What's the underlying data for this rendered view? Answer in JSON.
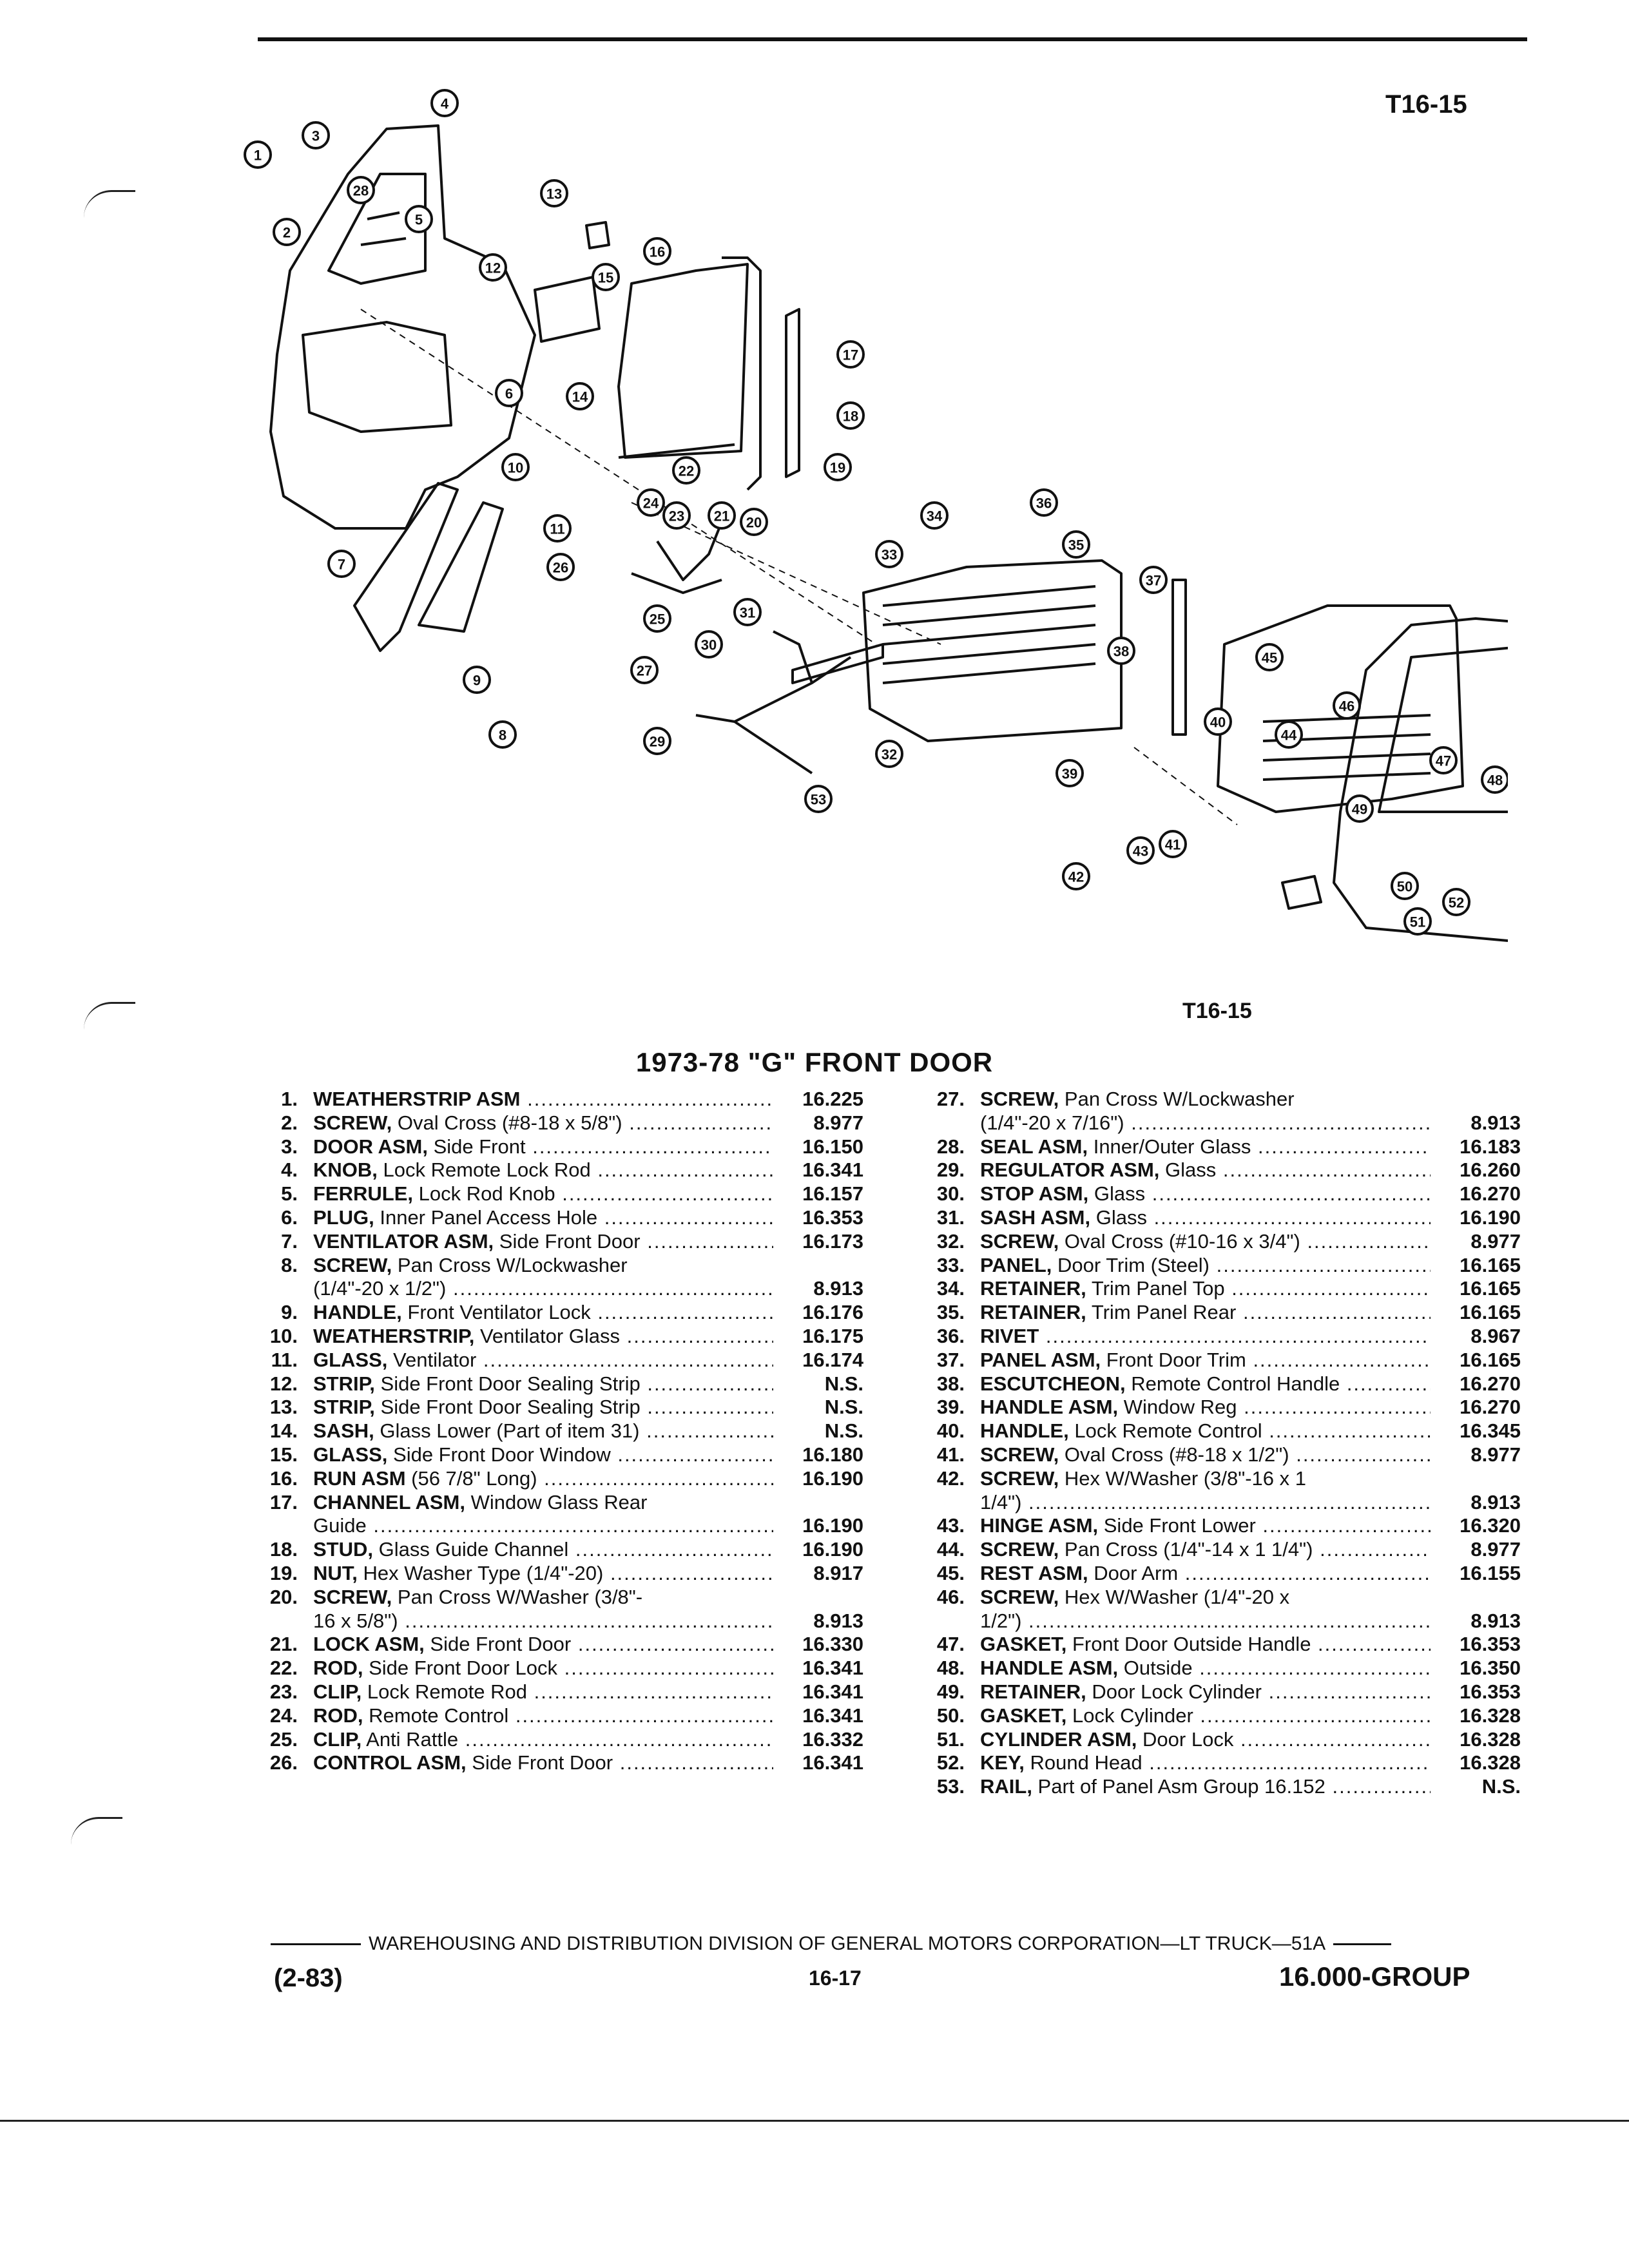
{
  "figure_code": "T16-15",
  "title": "1973-78 \"G\" FRONT DOOR",
  "parts_left": [
    {
      "num": "1.",
      "name": "WEATHERSTRIP ASM",
      "desc": "",
      "group": "16.225"
    },
    {
      "num": "2.",
      "name": "SCREW,",
      "desc": "Oval Cross (#8-18 x 5/8\")",
      "group": "8.977"
    },
    {
      "num": "3.",
      "name": "DOOR ASM,",
      "desc": "Side Front",
      "group": "16.150"
    },
    {
      "num": "4.",
      "name": "KNOB,",
      "desc": "Lock Remote Lock Rod",
      "group": "16.341"
    },
    {
      "num": "5.",
      "name": "FERRULE,",
      "desc": "Lock Rod Knob",
      "group": "16.157"
    },
    {
      "num": "6.",
      "name": "PLUG,",
      "desc": "Inner Panel Access Hole",
      "group": "16.353"
    },
    {
      "num": "7.",
      "name": "VENTILATOR ASM,",
      "desc": "Side Front Door",
      "group": "16.173"
    },
    {
      "num": "8.",
      "name": "SCREW,",
      "desc": "Pan Cross W/Lockwasher",
      "group": ""
    },
    {
      "num": "",
      "name": "",
      "desc": "(1/4\"-20 x 1/2\")",
      "group": "8.913"
    },
    {
      "num": "9.",
      "name": "HANDLE,",
      "desc": "Front Ventilator Lock",
      "group": "16.176"
    },
    {
      "num": "10.",
      "name": "WEATHERSTRIP,",
      "desc": "Ventilator Glass",
      "group": "16.175"
    },
    {
      "num": "11.",
      "name": "GLASS,",
      "desc": "Ventilator",
      "group": "16.174"
    },
    {
      "num": "12.",
      "name": "STRIP,",
      "desc": "Side Front Door Sealing Strip",
      "group": "N.S."
    },
    {
      "num": "13.",
      "name": "STRIP,",
      "desc": "Side Front Door Sealing Strip",
      "group": "N.S."
    },
    {
      "num": "14.",
      "name": "SASH,",
      "desc": "Glass Lower (Part of item 31)",
      "group": "N.S."
    },
    {
      "num": "15.",
      "name": "GLASS,",
      "desc": "Side Front Door Window",
      "group": "16.180"
    },
    {
      "num": "16.",
      "name": "RUN ASM",
      "desc": "(56 7/8\" Long)",
      "group": "16.190"
    },
    {
      "num": "17.",
      "name": "CHANNEL ASM,",
      "desc": "Window Glass Rear",
      "group": ""
    },
    {
      "num": "",
      "name": "",
      "desc": "Guide",
      "group": "16.190"
    },
    {
      "num": "18.",
      "name": "STUD,",
      "desc": "Glass Guide Channel",
      "group": "16.190"
    },
    {
      "num": "19.",
      "name": "NUT,",
      "desc": "Hex Washer Type (1/4\"-20)",
      "group": "8.917"
    },
    {
      "num": "20.",
      "name": "SCREW,",
      "desc": "Pan Cross W/Washer (3/8\"-",
      "group": ""
    },
    {
      "num": "",
      "name": "",
      "desc": "16 x 5/8\")",
      "group": "8.913"
    },
    {
      "num": "21.",
      "name": "LOCK ASM,",
      "desc": "Side Front Door",
      "group": "16.330"
    },
    {
      "num": "22.",
      "name": "ROD,",
      "desc": "Side Front Door Lock",
      "group": "16.341"
    },
    {
      "num": "23.",
      "name": "CLIP,",
      "desc": "Lock Remote Rod",
      "group": "16.341"
    },
    {
      "num": "24.",
      "name": "ROD,",
      "desc": "Remote Control",
      "group": "16.341"
    },
    {
      "num": "25.",
      "name": "CLIP,",
      "desc": "Anti Rattle",
      "group": "16.332"
    },
    {
      "num": "26.",
      "name": "CONTROL ASM,",
      "desc": "Side Front Door",
      "group": "16.341"
    }
  ],
  "parts_right": [
    {
      "num": "27.",
      "name": "SCREW,",
      "desc": "Pan Cross W/Lockwasher",
      "group": ""
    },
    {
      "num": "",
      "name": "",
      "desc": "(1/4\"-20 x 7/16\")",
      "group": "8.913"
    },
    {
      "num": "28.",
      "name": "SEAL ASM,",
      "desc": "Inner/Outer Glass",
      "group": "16.183"
    },
    {
      "num": "29.",
      "name": "REGULATOR ASM,",
      "desc": "Glass",
      "group": "16.260"
    },
    {
      "num": "30.",
      "name": "STOP ASM,",
      "desc": "Glass",
      "group": "16.270"
    },
    {
      "num": "31.",
      "name": "SASH ASM,",
      "desc": "Glass",
      "group": "16.190"
    },
    {
      "num": "32.",
      "name": "SCREW,",
      "desc": "Oval Cross (#10-16 x 3/4\")",
      "group": "8.977"
    },
    {
      "num": "33.",
      "name": "PANEL,",
      "desc": "Door Trim (Steel)",
      "group": "16.165"
    },
    {
      "num": "34.",
      "name": "RETAINER,",
      "desc": "Trim Panel Top",
      "group": "16.165"
    },
    {
      "num": "35.",
      "name": "RETAINER,",
      "desc": "Trim Panel Rear",
      "group": "16.165"
    },
    {
      "num": "36.",
      "name": "RIVET",
      "desc": "",
      "group": "8.967"
    },
    {
      "num": "37.",
      "name": "PANEL ASM,",
      "desc": "Front Door Trim",
      "group": "16.165"
    },
    {
      "num": "38.",
      "name": "ESCUTCHEON,",
      "desc": "Remote Control Handle",
      "group": "16.270"
    },
    {
      "num": "39.",
      "name": "HANDLE ASM,",
      "desc": "Window Reg",
      "group": "16.270"
    },
    {
      "num": "40.",
      "name": "HANDLE,",
      "desc": "Lock Remote Control",
      "group": "16.345"
    },
    {
      "num": "41.",
      "name": "SCREW,",
      "desc": "Oval Cross (#8-18 x 1/2\")",
      "group": "8.977"
    },
    {
      "num": "42.",
      "name": "SCREW,",
      "desc": "Hex W/Washer (3/8\"-16 x 1",
      "group": ""
    },
    {
      "num": "",
      "name": "",
      "desc": "1/4\")",
      "group": "8.913"
    },
    {
      "num": "43.",
      "name": "HINGE ASM,",
      "desc": "Side Front Lower",
      "group": "16.320"
    },
    {
      "num": "44.",
      "name": "SCREW,",
      "desc": "Pan Cross (1/4\"-14 x 1 1/4\")",
      "group": "8.977"
    },
    {
      "num": "45.",
      "name": "REST ASM,",
      "desc": "Door Arm",
      "group": "16.155"
    },
    {
      "num": "46.",
      "name": "SCREW,",
      "desc": "Hex W/Washer (1/4\"-20 x",
      "group": ""
    },
    {
      "num": "",
      "name": "",
      "desc": "1/2\")",
      "group": "8.913"
    },
    {
      "num": "47.",
      "name": "GASKET,",
      "desc": "Front Door Outside Handle",
      "group": "16.353"
    },
    {
      "num": "48.",
      "name": "HANDLE ASM,",
      "desc": "Outside",
      "group": "16.350"
    },
    {
      "num": "49.",
      "name": "RETAINER,",
      "desc": "Door Lock Cylinder",
      "group": "16.353"
    },
    {
      "num": "50.",
      "name": "GASKET,",
      "desc": "Lock Cylinder",
      "group": "16.328"
    },
    {
      "num": "51.",
      "name": "CYLINDER ASM,",
      "desc": "Door Lock",
      "group": "16.328"
    },
    {
      "num": "52.",
      "name": "KEY,",
      "desc": "Round Head",
      "group": "16.328"
    },
    {
      "num": "53.",
      "name": "RAIL,",
      "desc": "Part of Panel Asm Group 16.152",
      "group": "N.S."
    }
  ],
  "footer": {
    "division": "WAREHOUSING AND DISTRIBUTION DIVISION OF GENERAL MOTORS CORPORATION—LT TRUCK—51A",
    "date": "(2-83)",
    "page": "16-17",
    "group": "16.000-GROUP"
  },
  "callouts": [
    "1",
    "2",
    "3",
    "4",
    "5",
    "6",
    "7",
    "8",
    "9",
    "10",
    "11",
    "12",
    "13",
    "14",
    "15",
    "16",
    "17",
    "18",
    "19",
    "20",
    "21",
    "22",
    "23",
    "24",
    "25",
    "26",
    "27",
    "28",
    "29",
    "30",
    "31",
    "32",
    "33",
    "34",
    "35",
    "36",
    "37",
    "38",
    "39",
    "40",
    "41",
    "42",
    "43",
    "44",
    "45",
    "46",
    "47",
    "48",
    "49",
    "50",
    "51",
    "52",
    "53"
  ]
}
